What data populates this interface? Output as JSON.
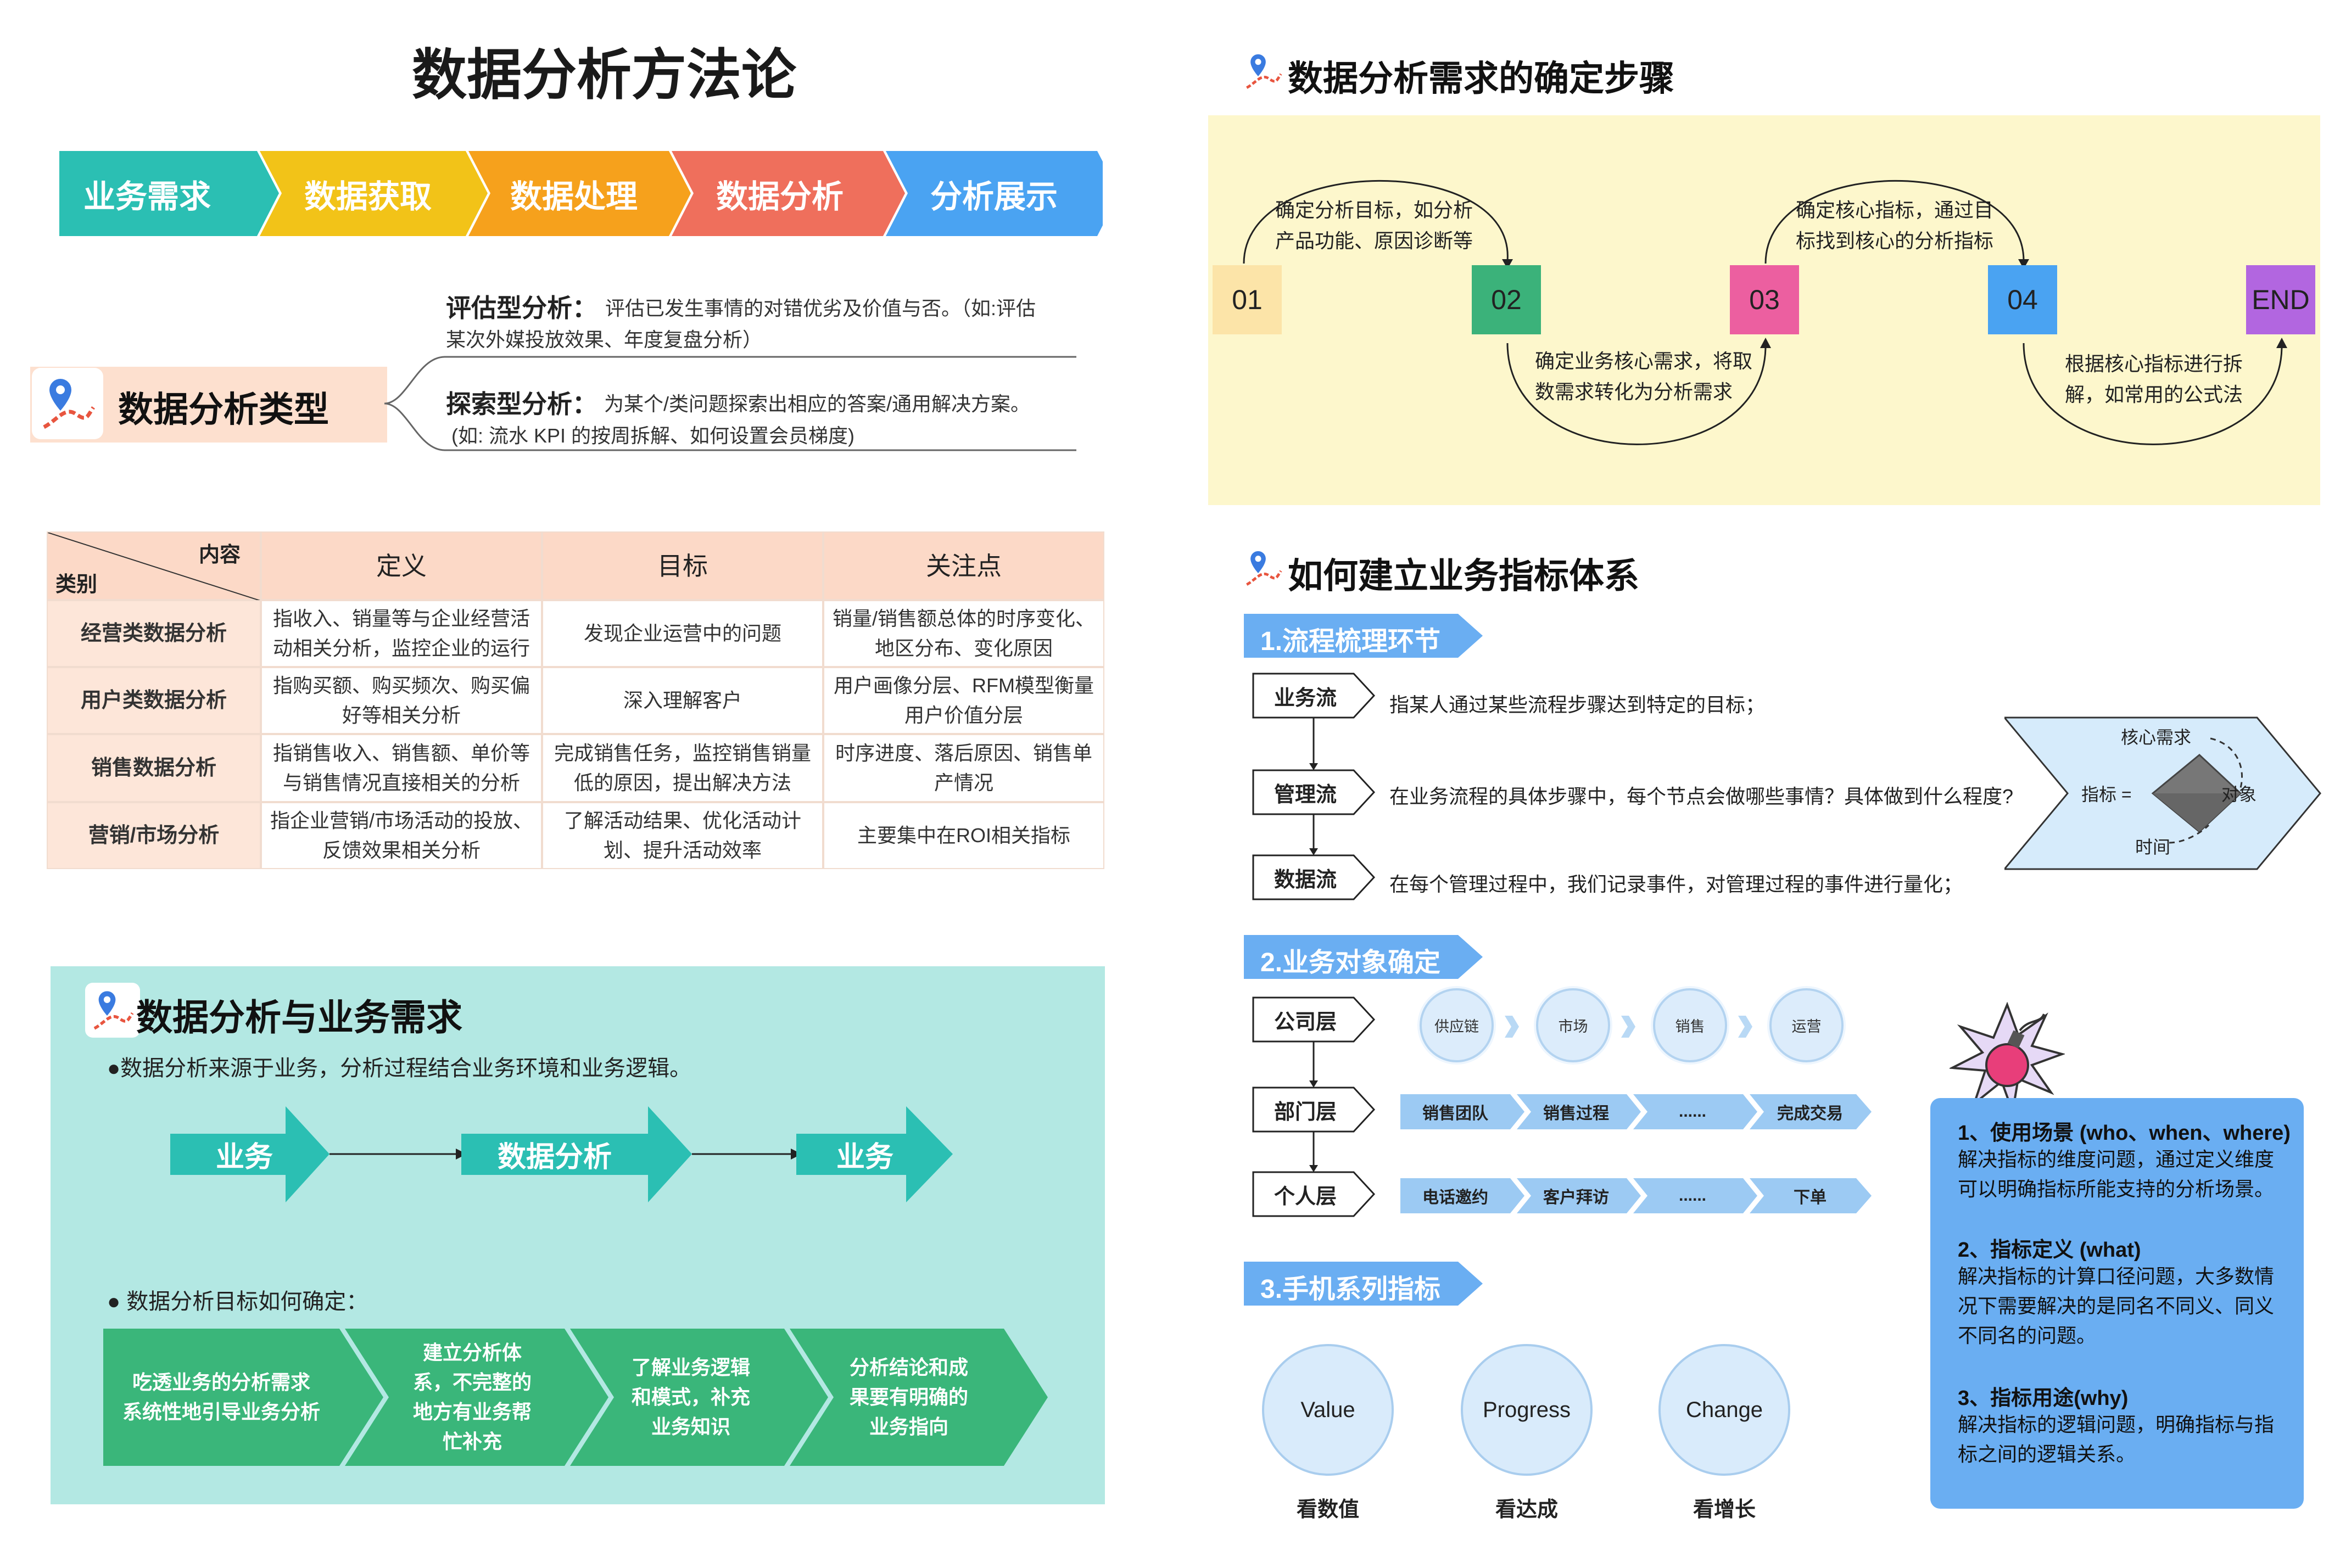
{
  "main_title": "数据分析方法论",
  "process_steps": [
    {
      "label": "业务需求",
      "color": "#2bbfb3"
    },
    {
      "label": "数据获取",
      "color": "#f2c318"
    },
    {
      "label": "数据处理",
      "color": "#f6a11c"
    },
    {
      "label": "数据分析",
      "color": "#ef6f5c"
    },
    {
      "label": "分析展示",
      "color": "#4aa3f2"
    }
  ],
  "analysis_types": {
    "title": "数据分析类型",
    "items": [
      {
        "name": "评估型分析：",
        "desc": "评估已发生事情的对错优劣及价值与否。（如:评估",
        "desc2": "某次外媒投放效果、年度复盘分析）"
      },
      {
        "name": "探索型分析：",
        "desc": "为某个/类问题探索出相应的答案/通用解决方案。",
        "desc2": "(如: 流水 KPI 的按周拆解、如何设置会员梯度)"
      }
    ]
  },
  "matrix": {
    "corner_top": "内容",
    "corner_bottom": "类别",
    "headers": [
      "定义",
      "目标",
      "关注点"
    ],
    "rows": [
      {
        "category": "经营类数据分析",
        "definition": "指收入、销量等与企业经营活\n动相关分析，监控企业的运行",
        "goal": "发现企业运营中的问题",
        "focus": "销量/销售额总体的时序变化、\n地区分布、变化原因"
      },
      {
        "category": "用户类数据分析",
        "definition": "指购买额、购买频次、购买偏\n好等相关分析",
        "goal": "深入理解客户",
        "focus": "用户画像分层、RFM模型衡量\n用户价值分层"
      },
      {
        "category": "销售数据分析",
        "definition": "指销售收入、销售额、单价等\n与销售情况直接相关的分析",
        "goal": "完成销售任务，监控销售销量\n低的原因，提出解决方法",
        "focus": "时序进度、落后原因、销售单\n产情况"
      },
      {
        "category": "营销/市场分析",
        "definition": "指企业营销/市场活动的投放、\n反馈效果相关分析",
        "goal": "了解活动结果、优化活动计\n划、提升活动效率",
        "focus": "主要集中在ROI相关指标"
      }
    ]
  },
  "business_section": {
    "title": "数据分析与业务需求",
    "bullet1": "●数据分析来源于业务，分析过程结合业务环境和业务逻辑。",
    "flow": [
      "业务",
      "数据分析",
      "业务"
    ],
    "bullet2": "● 数据分析目标如何确定：",
    "goals": [
      "吃透业务的分析需求\n系统性地引导业务分析",
      "建立分析体\n系，不完整的\n地方有业务帮\n忙补充",
      "了解业务逻辑\n和模式，补充\n业务知识",
      "分析结论和成\n果要有明确的\n业务指向"
    ]
  },
  "steps_section": {
    "title": "数据分析需求的确定步骤",
    "nodes": [
      {
        "label": "01",
        "color": "#fce4a8"
      },
      {
        "label": "02",
        "color": "#3bb27a"
      },
      {
        "label": "03",
        "color": "#ec5fa0"
      },
      {
        "label": "04",
        "color": "#4aa3f2"
      },
      {
        "label": "END",
        "color": "#b266e0"
      }
    ],
    "notes": [
      "确定分析目标，如分析\n产品功能、原因诊断等",
      "确定业务核心需求，将取\n数需求转化为分析需求",
      "确定核心指标，通过目\n标找到核心的分析指标",
      "根据核心指标进行拆\n解，如常用的公式法"
    ]
  },
  "metrics_section": {
    "title": "如何建立业务指标体系",
    "part1": {
      "tab": "1.流程梳理环节",
      "rows": [
        {
          "label": "业务流",
          "desc": "指某人通过某些流程步骤达到特定的目标；"
        },
        {
          "label": "管理流",
          "desc": "在业务流程的具体步骤中，每个节点会做哪些事情？具体做到什么程度?"
        },
        {
          "label": "数据流",
          "desc": "在每个管理过程中，我们记录事件，对管理过程的事件进行量化；"
        }
      ],
      "formula": {
        "core": "核心需求",
        "metric": "指标 =",
        "object": "对象",
        "time": "时间"
      }
    },
    "part2": {
      "tab": "2.业务对象确定",
      "company": {
        "label": "公司层",
        "items": [
          "供应链",
          "市场",
          "销售",
          "运营"
        ]
      },
      "dept": {
        "label": "部门层",
        "items": [
          "销售团队",
          "销售过程",
          "......",
          "完成交易"
        ]
      },
      "person": {
        "label": "个人层",
        "items": [
          "电话邀约",
          "客户拜访",
          "......",
          "下单"
        ]
      }
    },
    "part3": {
      "tab": "3.手机系列指标",
      "circles": [
        {
          "label": "Value",
          "caption": "看数值"
        },
        {
          "label": "Progress",
          "caption": "看达成"
        },
        {
          "label": "Change",
          "caption": "看增长"
        }
      ]
    },
    "note": {
      "h1": "1、使用场景 (who、when、where)",
      "p1": "解决指标的维度问题，通过定义维度\n可以明确指标所能支持的分析场景。",
      "h2": "2、指标定义 (what)",
      "p2": "解决指标的计算口径问题，大多数情\n况下需要解决的是同名不同义、同义\n不同名的问题。",
      "h3": "3、指标用途(why)",
      "p3": "解决指标的逻辑问题，明确指标与指\n标之间的逻辑关系。"
    }
  }
}
